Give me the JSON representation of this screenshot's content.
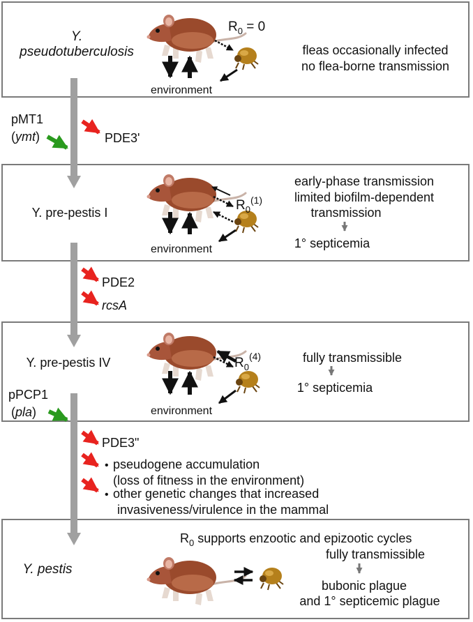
{
  "stage1": {
    "name_line1": "Y.",
    "name_line2": "pseudotuberculosis",
    "r0": "R",
    "r0_sub": "0",
    "r0_suffix": " = 0",
    "environment": "environment",
    "desc_line1": "fleas occasionally infected",
    "desc_line2": "no flea-borne transmission"
  },
  "transition1": {
    "plasmid": "pMT1",
    "plasmid_gene": "ymt",
    "change": "PDE3'"
  },
  "stage2": {
    "name": "Y. pre-pestis I",
    "r0": "R",
    "r0_sub": "0",
    "r0_sup": "(1)",
    "environment": "environment",
    "desc_line1": "early-phase transmission",
    "desc_line2": "limited biofilm-dependent",
    "desc_line3": "transmission",
    "outcome": "1° septicemia"
  },
  "transition2": {
    "change1": "PDE2",
    "change2": "rcsA"
  },
  "stage3": {
    "name": "Y. pre-pestis IV",
    "r0": "R",
    "r0_sub": "0",
    "r0_sup": "(4)",
    "environment": "environment",
    "desc": "fully transmissible",
    "outcome": "1° septicemia"
  },
  "transition3": {
    "plasmid": "pPCP1",
    "plasmid_gene": "pla",
    "change1": "PDE3\"",
    "change2_line1": "pseudogene accumulation",
    "change2_line2": "(loss of fitness in the environment)",
    "change3_line1": "other genetic changes that increased",
    "change3_line2": "invasiveness/virulence in the mammal"
  },
  "stage4": {
    "name": "Y. pestis",
    "r0": "R",
    "r0_sub": "0",
    "r0_suffix": " supports enzootic and epizootic cycles",
    "desc": "fully transmissible",
    "outcome_line1": "bubonic plague",
    "outcome_line2": "and 1° septicemic plague"
  },
  "colors": {
    "box_border": "#7a7a7a",
    "trunk": "#a0a0a0",
    "red_arrow": "#e8231f",
    "green_arrow": "#2a9a1e",
    "rat_body": "#9a4a2c",
    "flea_body": "#b5801c"
  },
  "icons": [
    "rat-icon",
    "flea-icon"
  ]
}
